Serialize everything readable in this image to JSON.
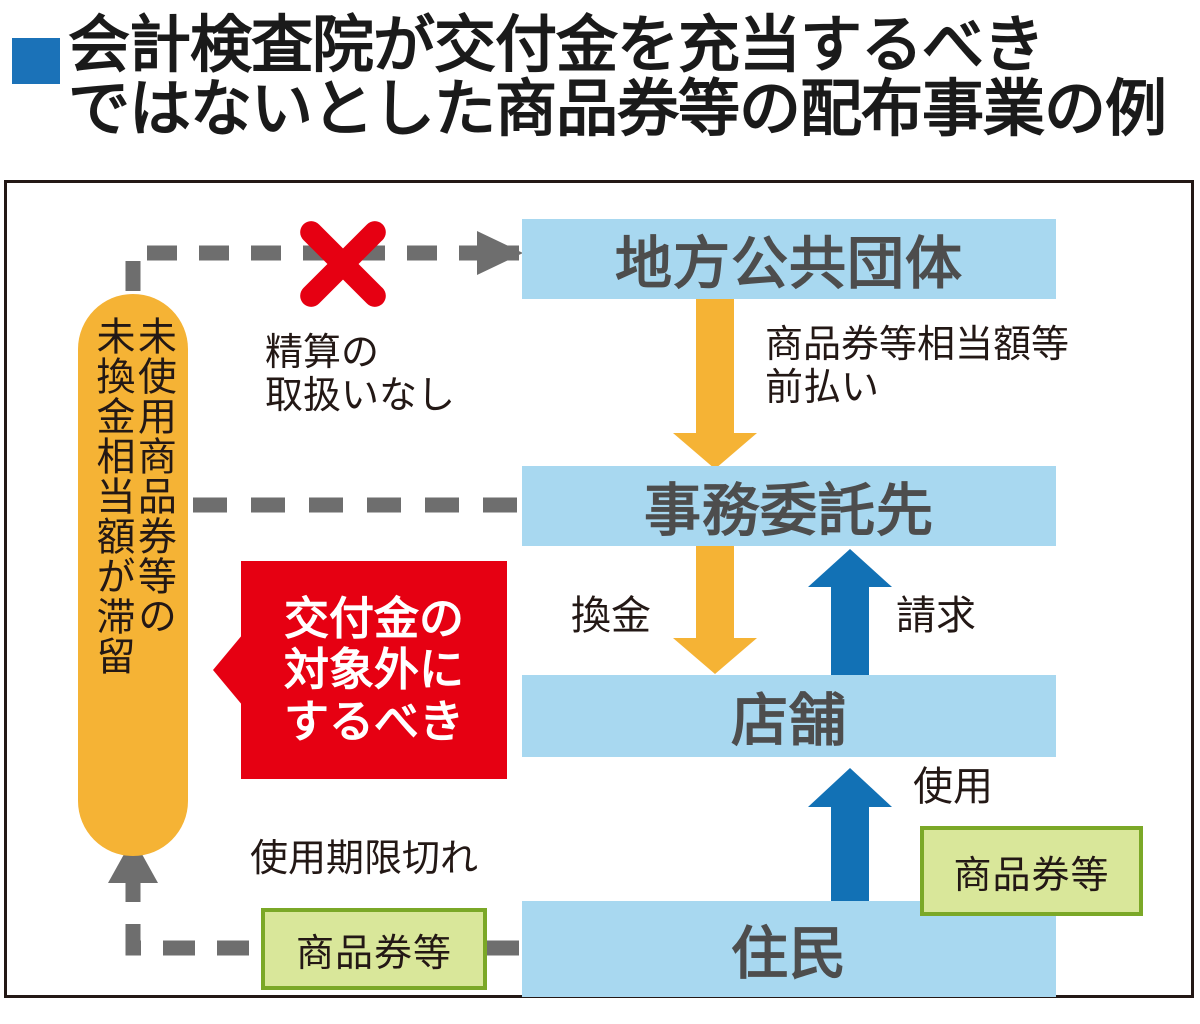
{
  "title": {
    "bullet_color": "#1B72B8",
    "text": "会計検査院が交付金を充当するべき\nではないとした商品券等の配布事業の例"
  },
  "colors": {
    "box_blue": "#A8D8F0",
    "box_text": "#4D4D4D",
    "capsule_orange": "#F5B335",
    "arrow_orange": "#F5B335",
    "arrow_blue": "#1271B5",
    "arrow_gray": "#6E6E6E",
    "callout_red": "#E60012",
    "chip_green_fill": "#D9E79A",
    "chip_green_border": "#7BA827",
    "frame_border": "#231815",
    "x_mark_red": "#E60012"
  },
  "diagram": {
    "type": "flow",
    "nodes": [
      {
        "id": "local-government",
        "label": "地方公共団体",
        "style": "blue-box"
      },
      {
        "id": "outsourcing-contractor",
        "label": "事務委託先",
        "style": "blue-box"
      },
      {
        "id": "store",
        "label": "店舗",
        "style": "blue-box"
      },
      {
        "id": "residents",
        "label": "住民",
        "style": "blue-box"
      },
      {
        "id": "unused-voucher-pool",
        "label_right": "未使用商品券等の",
        "label_left": "未換金相当額が滞留",
        "style": "orange-capsule"
      },
      {
        "id": "voucher-chip-expired",
        "label": "商品券等",
        "style": "green-chip"
      },
      {
        "id": "voucher-chip-used",
        "label": "商品券等",
        "style": "green-chip"
      }
    ],
    "callout": {
      "id": "should-be-excluded",
      "text": "交付金の\n対象外に\nするべき",
      "style": "red-callout",
      "points_to": "unused-voucher-pool"
    },
    "edges": [
      {
        "id": "settlement-blocked",
        "from": "unused-voucher-pool",
        "to": "local-government",
        "label": "精算の\n取扱いなし",
        "style": "gray-dashed",
        "blocked": true,
        "marker": "x-mark"
      },
      {
        "id": "prepayment",
        "from": "local-government",
        "to": "outsourcing-contractor",
        "label": "商品券等相当額等\n前払い",
        "style": "orange-solid"
      },
      {
        "id": "redemption",
        "from": "outsourcing-contractor",
        "to": "store",
        "label": "換金",
        "style": "orange-solid"
      },
      {
        "id": "claim",
        "from": "store",
        "to": "outsourcing-contractor",
        "label": "請求",
        "style": "blue-solid"
      },
      {
        "id": "use",
        "from": "residents",
        "to": "store",
        "label": "使用",
        "style": "blue-solid"
      },
      {
        "id": "unused-to-contractor",
        "from": "unused-voucher-pool",
        "to": "outsourcing-contractor",
        "style": "gray-dashed"
      },
      {
        "id": "expired-return",
        "from": "residents",
        "to": "unused-voucher-pool",
        "label": "使用期限切れ",
        "style": "gray-dashed"
      }
    ]
  },
  "labels": {
    "settlement": "精算の\n取扱いなし",
    "prepay": "商品券等相当額等\n前払い",
    "cash": "換金",
    "claim": "請求",
    "use": "使用",
    "expired": "使用期限切れ"
  },
  "icons": {
    "x_mark": "x-mark-icon",
    "title_bullet": "square-bullet-icon"
  }
}
